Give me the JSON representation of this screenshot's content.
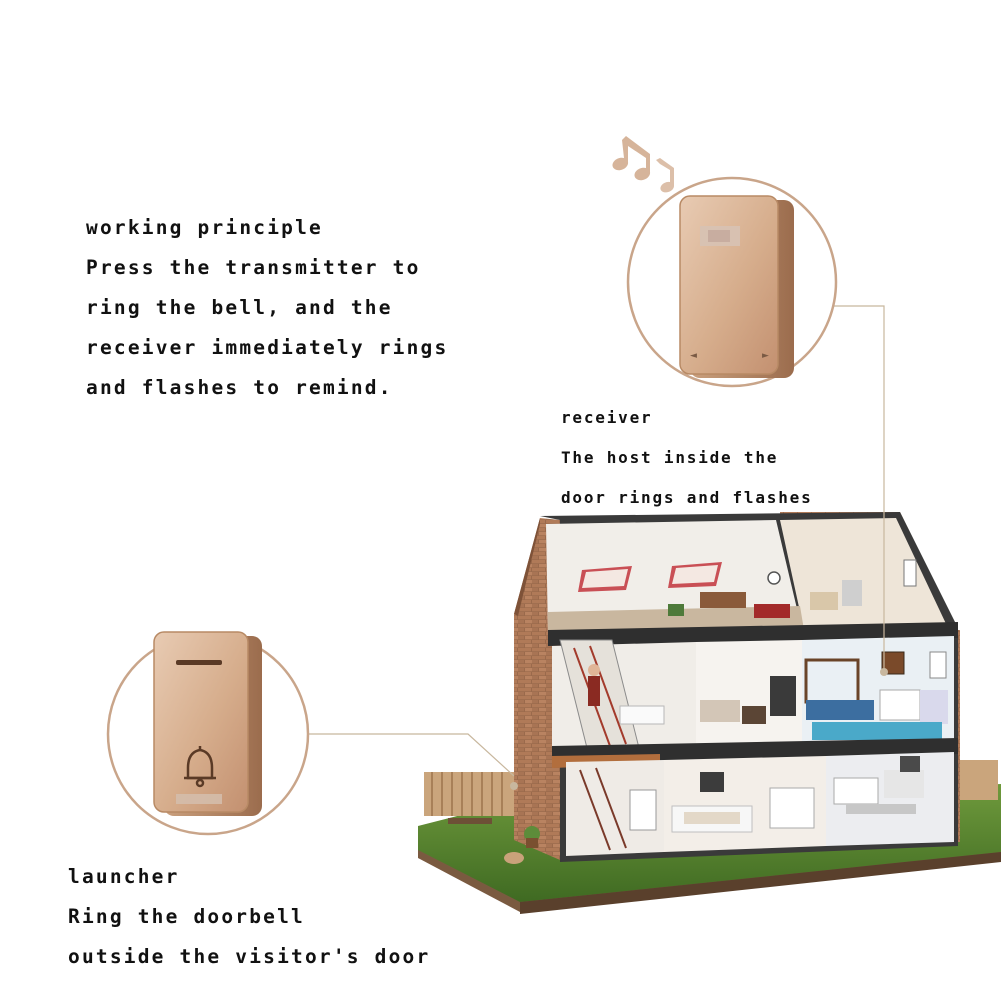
{
  "principle": {
    "lines": [
      "working principle",
      "Press the transmitter to",
      "ring the bell, and the",
      "receiver immediately rings",
      "and flashes to remind."
    ]
  },
  "receiver": {
    "lines": [
      "receiver",
      "The host inside the",
      "door rings and flashes"
    ]
  },
  "launcher": {
    "lines": [
      "launcher",
      "Ring the doorbell",
      "outside the visitor's door"
    ]
  },
  "icons": {
    "notes": "music-note-icon",
    "bell": "bell-icon"
  },
  "colors": {
    "device_gold": "#d7b08f",
    "device_edge": "#b88a65",
    "circle_stroke": "#c9a58a",
    "callout_line": "#c8b79e",
    "text": "#111111"
  }
}
